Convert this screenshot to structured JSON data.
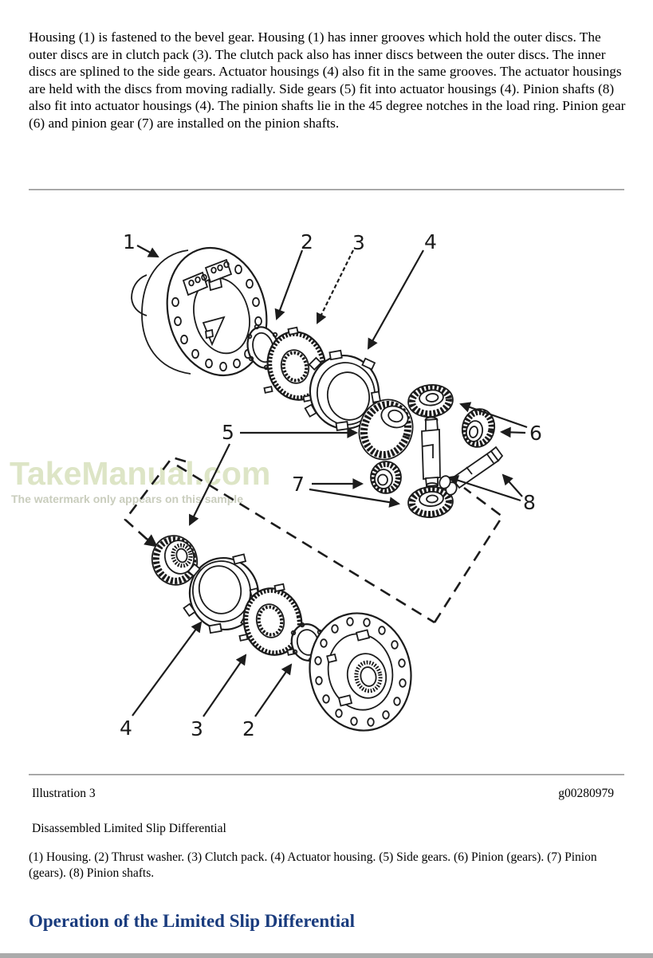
{
  "document": {
    "body_text": "Housing (1) is fastened to the bevel gear. Housing (1) has inner grooves which hold the outer discs. The outer discs are in clutch pack (3). The clutch pack also has inner discs between the outer discs. The inner discs are splined to the side gears. Actuator housings (4) also fit in the same grooves. The actuator housings are held with the discs from moving radially. Side gears (5) fit into actuator housings (4). Pinion shafts (8) also fit into actuator housings (4). The pinion shafts lie in the 45 degree notches in the load ring. Pinion gear (6) and pinion gear (7) are installed on the pinion shafts.",
    "watermark": {
      "title": "TakeManual.com",
      "subtitle": "The watermark only appears on this sample"
    },
    "illustration": {
      "label": "Illustration 3",
      "figure_id": "g00280979",
      "title": "Disassembled Limited Slip Differential",
      "caption": "(1) Housing. (2) Thrust washer. (3) Clutch pack. (4) Actuator housing. (5) Side gears. (6) Pinion (gears). (7) Pinion (gears). (8) Pinion shafts."
    },
    "callouts": {
      "c1": "1",
      "c2": "2",
      "c3": "3",
      "c4": "4",
      "c5": "5",
      "c6": "6",
      "c7": "7",
      "c8": "8",
      "b4": "4",
      "b3": "3",
      "b2": "2"
    },
    "section_heading": "Operation of the Limited Slip Differential",
    "colors": {
      "heading": "#1a3c7e",
      "line_art": "#1c1c1c",
      "watermark": "#dde5c6",
      "watermark_subtitle": "#c9cdbd",
      "bottom_bar": "#ababab"
    }
  }
}
